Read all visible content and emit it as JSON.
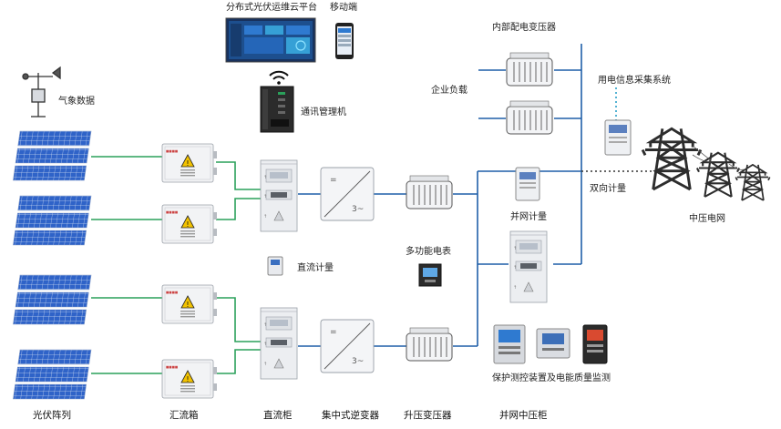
{
  "labels": {
    "cloud_platform": "分布式光伏运维云平台",
    "mobile": "移动端",
    "weather": "气象数据",
    "comm_manager": "通讯管理机",
    "internal_transformer": "内部配电变压器",
    "enterprise_load": "企业负载",
    "power_info_system": "用电信息采集系统",
    "bidirectional_meter": "双向计量",
    "medium_voltage_grid": "中压电网",
    "grid_metering": "并网计量",
    "multifunction_meter": "多功能电表",
    "dc_metering": "直流计量",
    "protection_quality": "保护测控装置及电能质量监测",
    "pv_array": "光伏阵列",
    "combiner_box": "汇流箱",
    "dc_cabinet": "直流柜",
    "central_inverter": "集中式逆变器",
    "step_up_transformer": "升压变压器",
    "grid_mv_cabinet": "并网中压柜"
  },
  "colors": {
    "pv_line": "#2aa05a",
    "bus_line": "#1f5fa8",
    "dotted": "#2aa0c8",
    "panel_blue": "#2f63c8",
    "warning_yellow": "#f2c200"
  },
  "icons": {
    "wifi": "wifi-icon",
    "warning": "warning-triangle-icon",
    "weather_station": "weather-station-icon",
    "tower": "transmission-tower-icon"
  }
}
